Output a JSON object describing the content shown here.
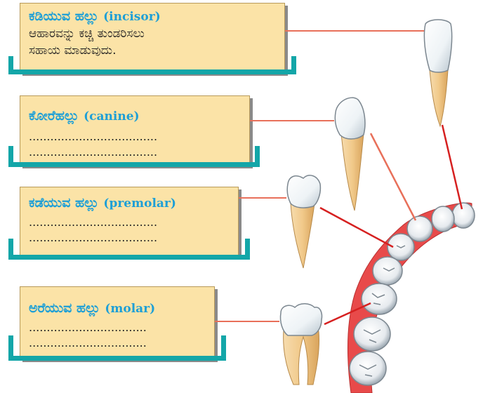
{
  "boxes": [
    {
      "title_kn": "ಕಡಿಯುವ ಹಲ್ಲು",
      "title_en": "(incisor)",
      "lines": [
        "ಆಹಾರವನ್ನು ಕಚ್ಚಿ ತುಂಡರಿಸಲು",
        "ಸಹಾಯ ಮಾಡುವುದು."
      ]
    },
    {
      "title_kn": "ಕೋರೆಹಲ್ಲು",
      "title_en": "(canine)",
      "lines": [
        "....................................",
        "...................................."
      ]
    },
    {
      "title_kn": "ಕಡೆಯುವ ಹಲ್ಲು",
      "title_en": "(premolar)",
      "lines": [
        "....................................",
        "...................................."
      ]
    },
    {
      "title_kn": "ಅರೆಯುವ ಹಲ್ಲು",
      "title_en": "(molar)",
      "lines": [
        ".................................",
        "................................."
      ]
    }
  ],
  "colors": {
    "box_fill": "#fbe3a7",
    "title": "#1e9fd6",
    "bracket": "#13a6a8",
    "connector": "#e8705a",
    "pointer": "#d62020",
    "gum": "#e84a4a"
  }
}
